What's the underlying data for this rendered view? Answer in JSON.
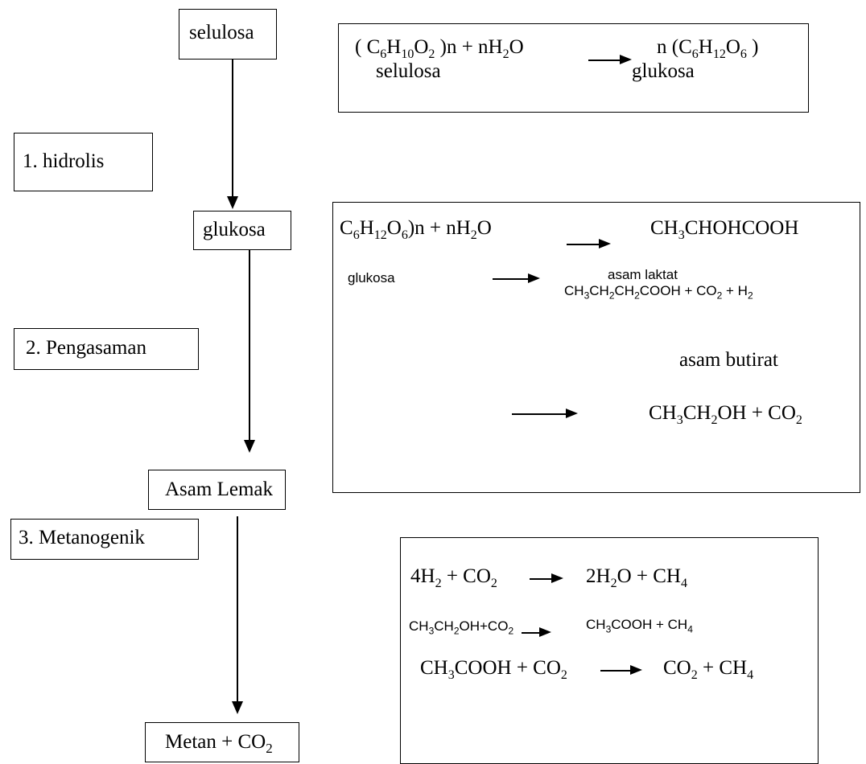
{
  "flow": {
    "selulosa": "selulosa",
    "hidrolis": "1. hidrolis",
    "glukosa": "glukosa",
    "pengasaman": "2.  Pengasaman",
    "asam_lemak": "Asam Lemak",
    "metanogenik": "3. Metanogenik",
    "metan": "Metan + CO",
    "metan_sub": "2"
  },
  "box1": {
    "eq": {
      "a1": "( C",
      "s1": "6",
      "a2": "H",
      "s2": "10",
      "a3": "O",
      "s3": "2",
      "a4": " )n + nH",
      "s4": "2",
      "a5": "O",
      "b1": "n (C",
      "t1": "6",
      "b2": "H",
      "t2": "12",
      "b3": "O",
      "t3": "6",
      "b4": " )"
    },
    "label_left": "selulosa",
    "label_right": "glukosa"
  },
  "box2": {
    "eq1": {
      "a1": "C",
      "s1": "6",
      "a2": "H",
      "s2": "12",
      "a3": "O",
      "s3": "6",
      "a4": ")n + nH",
      "s4": "2",
      "a5": "O",
      "b1": "CH",
      "t1": "3",
      "b2": "CHOHCOOH"
    },
    "glukosa": "glukosa",
    "asam_laktat": "asam laktat",
    "eq2": {
      "c1": "CH",
      "u1": "3",
      "c2": "CH",
      "u2": "2",
      "c3": "CH",
      "u3": "2",
      "c4": "COOH + CO",
      "u4": "2",
      "c5": " +    H",
      "u5": "2"
    },
    "asam_butirat": "asam butirat",
    "eq3": {
      "d1": "CH",
      "v1": "3",
      "d2": "CH",
      "v2": "2",
      "d3": "OH + CO",
      "v3": "2"
    }
  },
  "box3": {
    "eq1": {
      "a1": "4H",
      "s1": "2",
      "a2": " + CO",
      "s2": "2",
      "b1": "2H",
      "t1": "2",
      "b2": "O + CH",
      "t2": "4"
    },
    "eq2": {
      "a1": "CH",
      "s1": "3",
      "a2": "CH",
      "s2": "2",
      "a3": "OH+CO",
      "s3": "2",
      "b1": "CH",
      "t1": "3",
      "b2": "COOH + CH",
      "t2": "4"
    },
    "eq3": {
      "a1": "CH",
      "s1": "3",
      "a2": "COOH + CO",
      "s2": "2",
      "b1": "CO",
      "t1": "2",
      "b2": " + CH",
      "t2": "4"
    }
  }
}
